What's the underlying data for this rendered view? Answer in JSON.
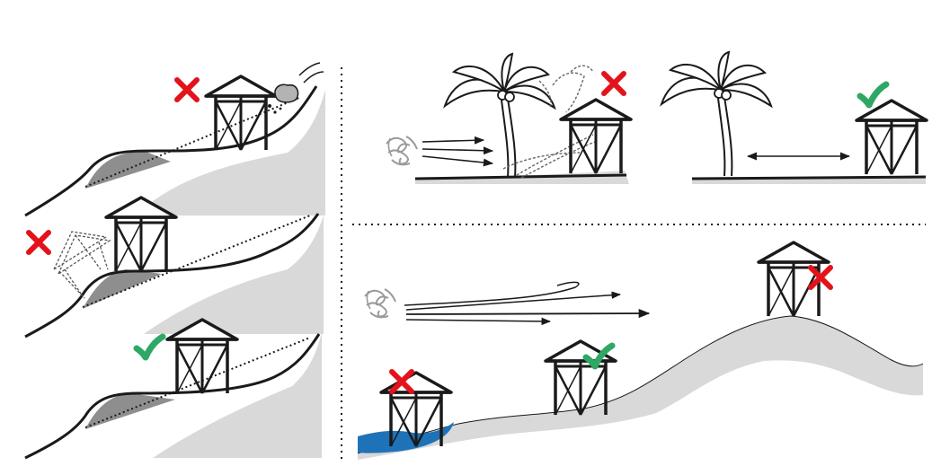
{
  "colors": {
    "background": "#ffffff",
    "ink": "#1a1a1a",
    "ground_light": "#d9d9d9",
    "ground_dark": "#8e8e8e",
    "wrong_mark": "#e3121b",
    "correct_mark": "#2fa865",
    "water": "#1e73b8",
    "gust": "#9a9a9a"
  },
  "icons": {
    "wrong": "x-mark-icon",
    "correct": "check-mark-icon",
    "shelter": "shelter-frame-icon",
    "wind": "wind-gust-icon",
    "palm": "palm-tree-icon"
  },
  "panels": {
    "slope_rockfall": {
      "verdict": "wrong"
    },
    "slope_toe_cut": {
      "verdict": "wrong"
    },
    "slope_set_back": {
      "verdict": "correct"
    },
    "palm_too_close": {
      "verdict": "wrong"
    },
    "palm_safe_distance": {
      "verdict": "correct"
    },
    "coast_shoreline": {
      "verdict": "wrong"
    },
    "coast_low_slope": {
      "verdict": "correct"
    },
    "coast_hilltop": {
      "verdict": "wrong"
    }
  }
}
